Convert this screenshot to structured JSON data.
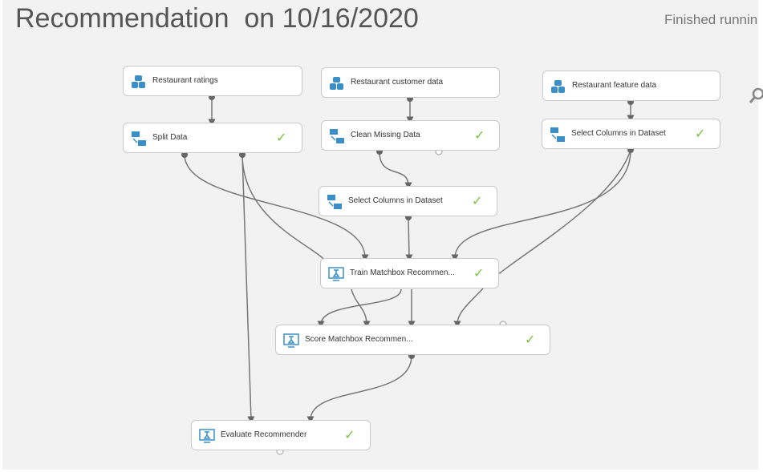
{
  "header": {
    "title": "Recommendation  on 10/16/2020",
    "status": "Finished runnin"
  },
  "nodes": {
    "ratings": {
      "label": "Restaurant ratings",
      "icon": "dataset-icon"
    },
    "customer": {
      "label": "Restaurant customer data",
      "icon": "dataset-icon"
    },
    "feature": {
      "label": "Restaurant feature data",
      "icon": "dataset-icon"
    },
    "split": {
      "label": "Split Data",
      "icon": "module-icon",
      "done": true
    },
    "clean": {
      "label": "Clean Missing Data",
      "icon": "module-icon",
      "done": true
    },
    "selr": {
      "label": "Select Columns in Dataset",
      "icon": "module-icon",
      "done": true
    },
    "selm": {
      "label": "Select Columns in Dataset",
      "icon": "module-icon",
      "done": true
    },
    "train": {
      "label": "Train Matchbox Recommen...",
      "icon": "train-icon",
      "done": true
    },
    "score": {
      "label": "Score Matchbox Recommen...",
      "icon": "train-icon",
      "done": true
    },
    "eval": {
      "label": "Evaluate Recommender",
      "icon": "train-icon",
      "done": true
    }
  },
  "check": "✓",
  "colors": {
    "accent": "#3a8fc6",
    "check": "#7ac143"
  }
}
